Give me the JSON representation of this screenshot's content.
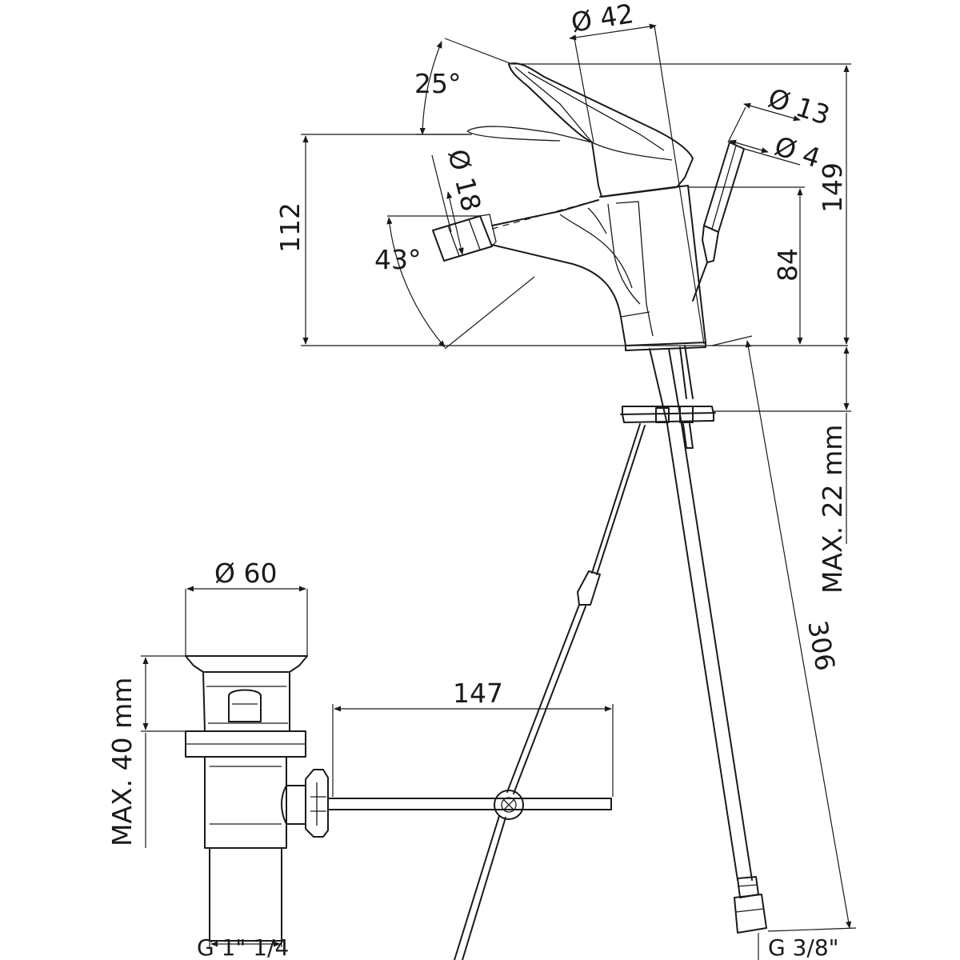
{
  "dimensions": {
    "lever_angle": "25°",
    "body_diameter": "Ø 42",
    "hose_outer_diameter": "Ø 13",
    "hose_inner_diameter": "Ø 4",
    "spout_diameter": "Ø 18",
    "spout_angle": "43°",
    "height_to_lever": "112",
    "total_height": "149",
    "spout_height": "84",
    "deck_thickness": "MAX. 22 mm",
    "hose_length": "306",
    "hose_thread": "G 3/8\"",
    "waste_diameter": "Ø 60",
    "waste_deck_thickness": "MAX. 40 mm",
    "rod_length": "147",
    "waste_thread": "G 1\" 1/4"
  }
}
